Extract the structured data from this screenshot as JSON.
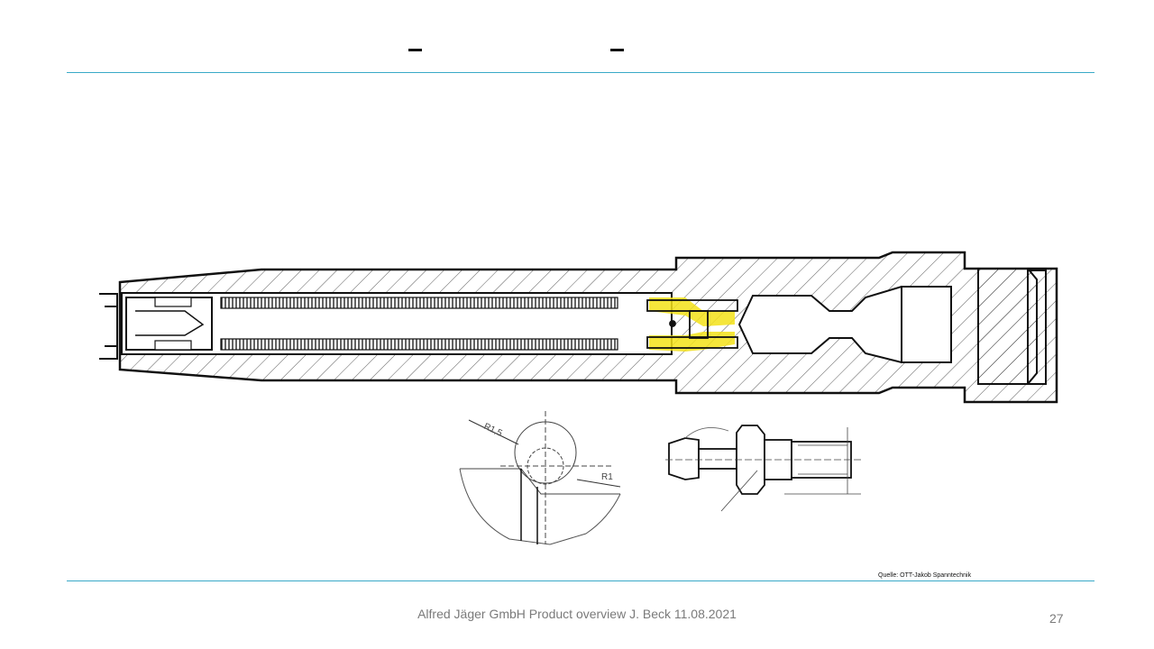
{
  "slide": {
    "source_note": "Quelle: OTT-Jakob Spanntechnik",
    "footer_text": "Alfred Jäger GmbH Product overview J. Beck 11.08.2021",
    "page_number": "27",
    "accent_color": "#39a9c8",
    "highlight_color": "#f4e21a"
  },
  "detail_a": {
    "label_r15": "R1,5",
    "label_r1": "R1"
  }
}
